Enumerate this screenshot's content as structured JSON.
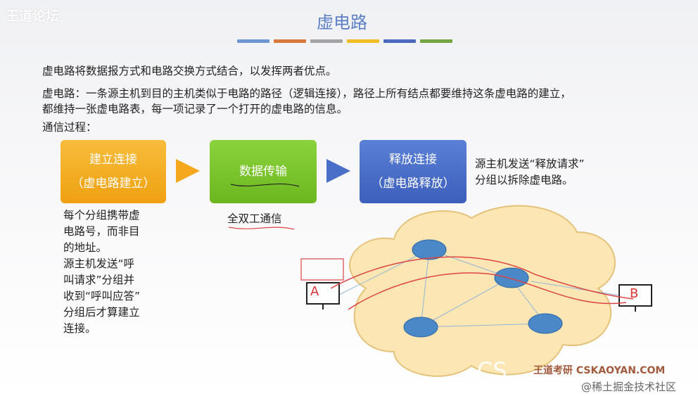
{
  "logo": "王道论坛",
  "title": "虚电路",
  "bar_colors": [
    "#6f95d2",
    "#d87a3c",
    "#a4a4a4",
    "#f0bd27",
    "#4a6bbd",
    "#74a443"
  ],
  "intro": "虚电路将数据报方式和电路交换方式结合，以发挥两者优点。",
  "definition_line1": "虚电路：一条源主机到目的主机类似于电路的路径（逻辑连接），路径上所有结点都要维持这条虚电路的建立，",
  "definition_line2": "都维持一张虚电路表，每一项记录了一个打开的虚电路的信息。",
  "process_label": "通信过程：",
  "steps": [
    {
      "line1": "建立连接",
      "line2": "（虚电路建立）",
      "color": "#f3a91b"
    },
    {
      "line1": "数据传输",
      "line2": "",
      "color": "#7bc62d"
    },
    {
      "line1": "释放连接",
      "line2": "（虚电路释放）",
      "color": "#4a6fc9"
    }
  ],
  "release_note_line1": "源主机发送“释放请求”",
  "release_note_line2": "分组以拆除虚电路。",
  "setup_notes": [
    "每个分组携带虚",
    "电路号，而非目",
    "的地址。",
    "源主机发送“呼",
    "叫请求”分组并",
    "收到“呼叫应答”",
    "分组后才算建立",
    "连接。"
  ],
  "transfer_note": "全双工通信",
  "hosts": {
    "a": "A",
    "b": "B"
  },
  "watermark": "王道考研 CSKAOYAN.COM",
  "watermark2": "@稀土掘金技术社区",
  "watermark3": "CS"
}
